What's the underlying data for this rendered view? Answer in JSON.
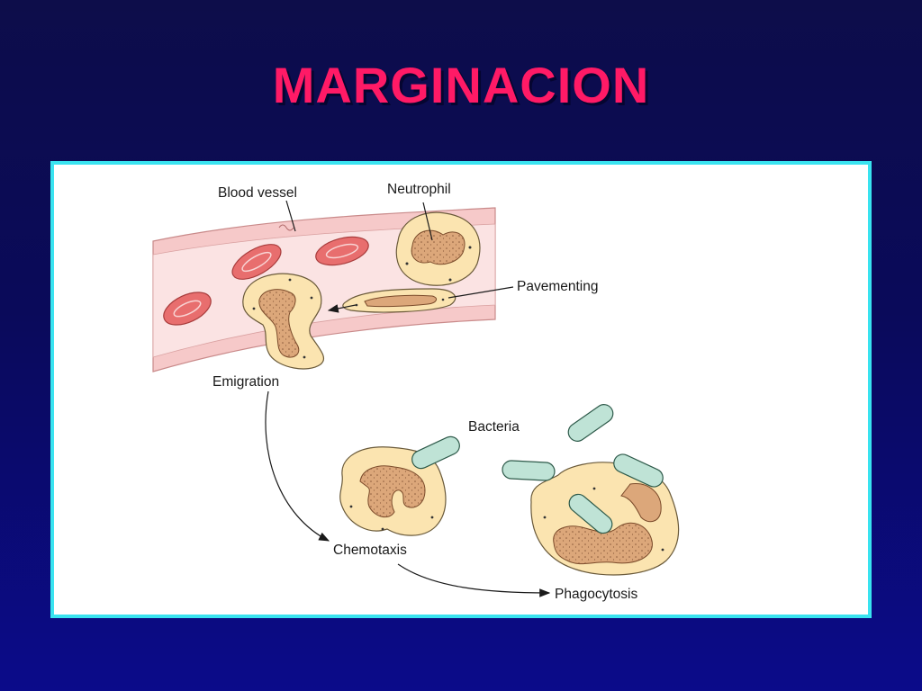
{
  "slide": {
    "title": "MARGINACION",
    "title_color": "#ff1a66",
    "frame_border_color": "#39e3f0"
  },
  "diagram": {
    "labels": {
      "blood_vessel": "Blood vessel",
      "neutrophil": "Neutrophil",
      "pavementing": "Pavementing",
      "emigration": "Emigration",
      "bacteria": "Bacteria",
      "chemotaxis": "Chemotaxis",
      "phagocytosis": "Phagocytosis"
    },
    "colors": {
      "vessel_wall": "#f6c9c9",
      "vessel_lumen": "#fbe3e3",
      "red_cell": "#e86e6e",
      "neutrophil_cytoplasm": "#fbe4b0",
      "neutrophil_nucleus": "#dca77a",
      "bacteria": "#bfe3d6"
    }
  }
}
